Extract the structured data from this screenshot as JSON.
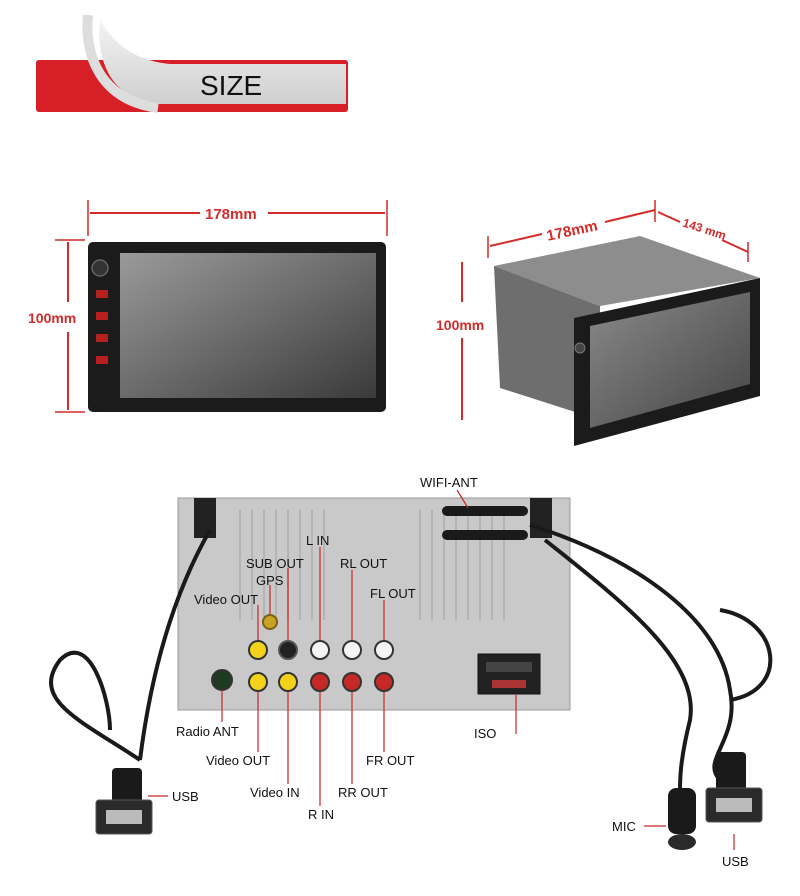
{
  "banner": {
    "title": "SIZE",
    "accent_color": "#d61f26"
  },
  "front_view": {
    "width_label": "178mm",
    "height_label": "100mm"
  },
  "angle_view": {
    "width_label": "178mm",
    "depth_label": "143 mm",
    "height_label": "100mm"
  },
  "rear_view": {
    "connectors": {
      "wifi_ant": "WIFI-ANT",
      "l_in": "L IN",
      "sub_out": "SUB OUT",
      "rl_out": "RL OUT",
      "gps": "GPS",
      "fl_out": "FL OUT",
      "video_out_top": "Video OUT",
      "radio_ant": "Radio ANT",
      "iso": "ISO",
      "video_out_bottom": "Video OUT",
      "fr_out": "FR OUT",
      "video_in": "Video IN",
      "rr_out": "RR OUT",
      "r_in": "R IN",
      "usb_left": "USB",
      "mic": "MIC",
      "usb_right": "USB"
    }
  },
  "colors": {
    "dimension": "#d42a2a",
    "rca_yellow": "#f2d21b",
    "rca_red": "#c62828",
    "rca_white": "#f4f4f4"
  }
}
